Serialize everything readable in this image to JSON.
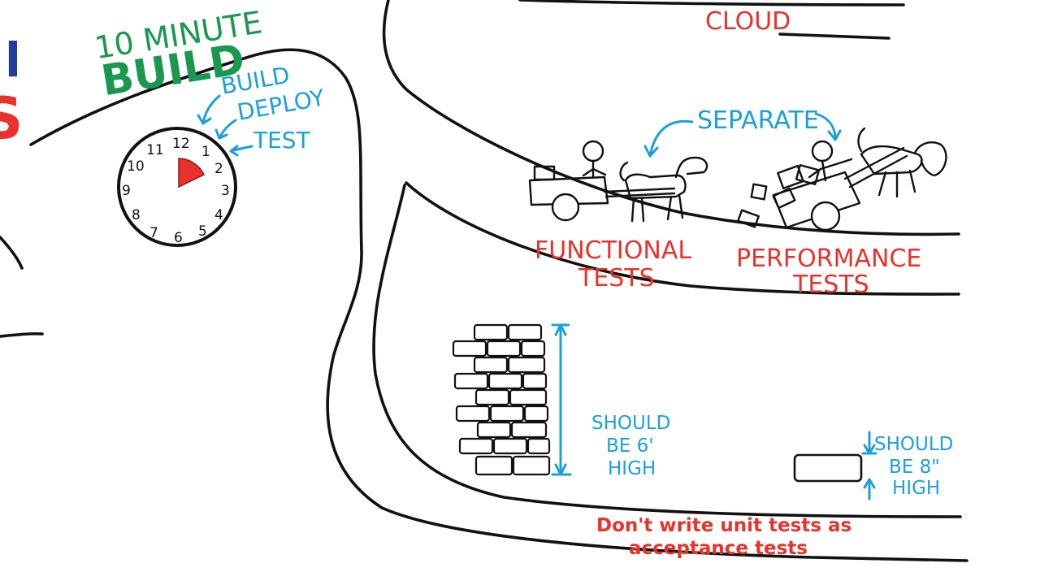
{
  "left_edge": {
    "fragment_top": "l",
    "fragment_bottom": "S"
  },
  "build": {
    "line1": "10 MINUTE",
    "line2": "BUILD",
    "steps": [
      "BUILD",
      "DEPLOY",
      "TEST"
    ]
  },
  "clock": {
    "numerals": [
      "12",
      "1",
      "2",
      "3",
      "4",
      "5",
      "6",
      "7",
      "8",
      "9",
      "10",
      "11"
    ]
  },
  "cloud": {
    "label": "CLOUD"
  },
  "separate": {
    "label": "SEPARATE"
  },
  "functional": {
    "line1": "FUNCTIONAL",
    "line2": "TESTS"
  },
  "performance": {
    "line1": "PERFORMANCE",
    "line2": "TESTS"
  },
  "wall": {
    "line1": "SHOULD",
    "line2": "BE 6'",
    "line3": "HIGH"
  },
  "small_brick": {
    "line1": "SHOULD",
    "line2": "BE 8\"",
    "line3": "HIGH"
  },
  "caption": {
    "line1": "Don't write unit tests as",
    "line2": "acceptance tests"
  },
  "colors": {
    "red": "#e8322b",
    "blue": "#1aa0dc",
    "green": "#1a9850",
    "navy": "#1f3f9a"
  }
}
